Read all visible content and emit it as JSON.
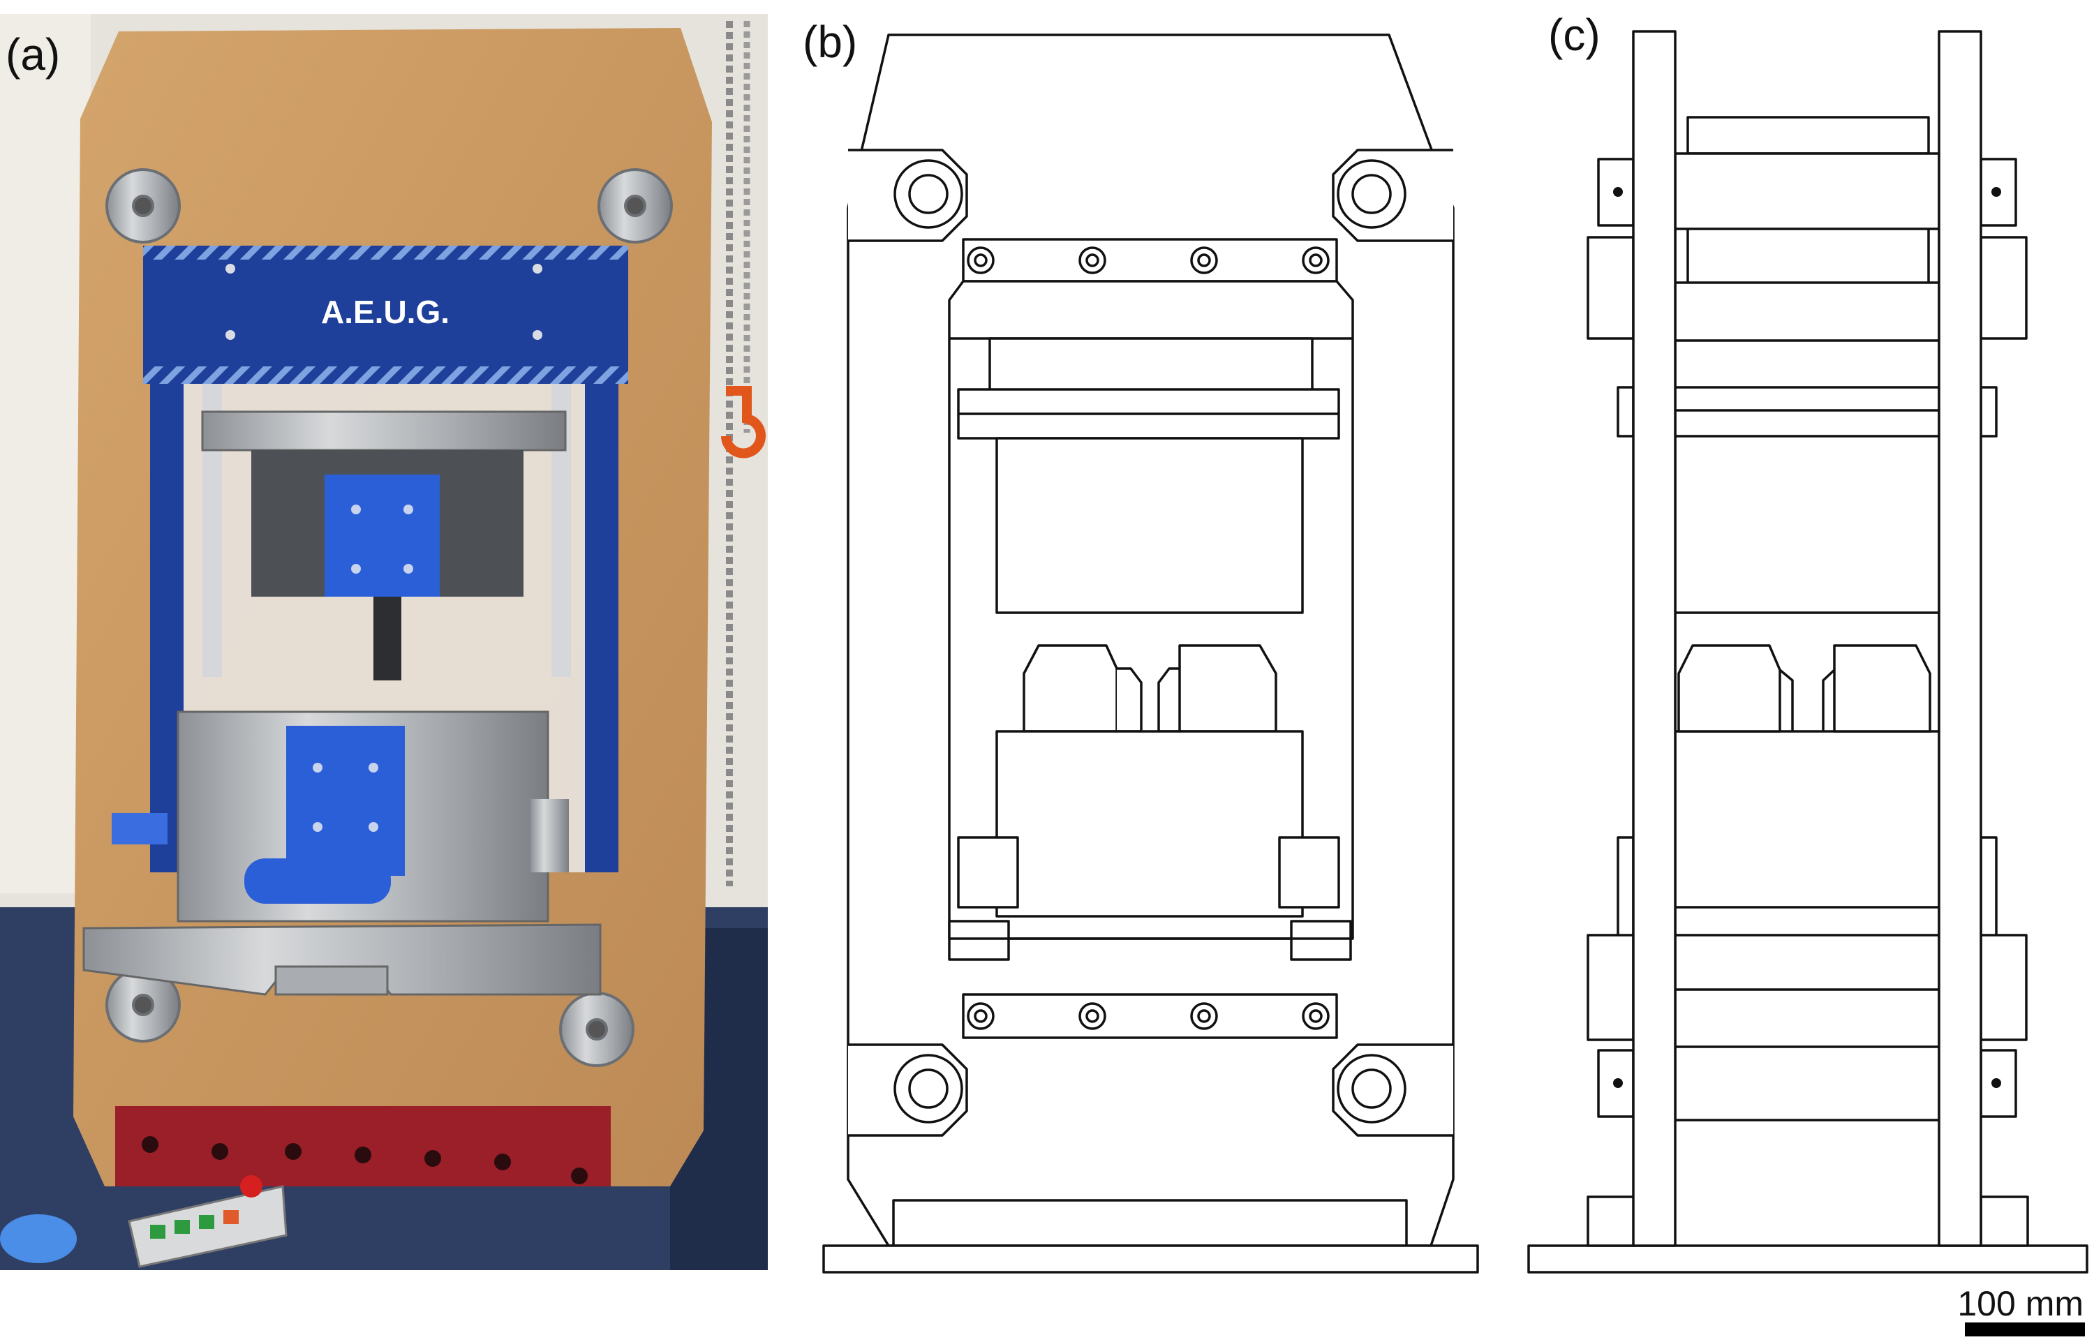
{
  "panels": [
    {
      "label": "(a)"
    },
    {
      "label": "(b)"
    },
    {
      "label": "(c)"
    }
  ],
  "photo": {
    "plate_text": "A.E.U.G."
  },
  "scale_bar": {
    "label": "100 mm"
  },
  "colors": {
    "panel_board": "#c9965e",
    "frame_blue": "#1e3f9a",
    "steel": "#b9bcbf",
    "base_red": "#9b1f28",
    "line": "#111111"
  }
}
